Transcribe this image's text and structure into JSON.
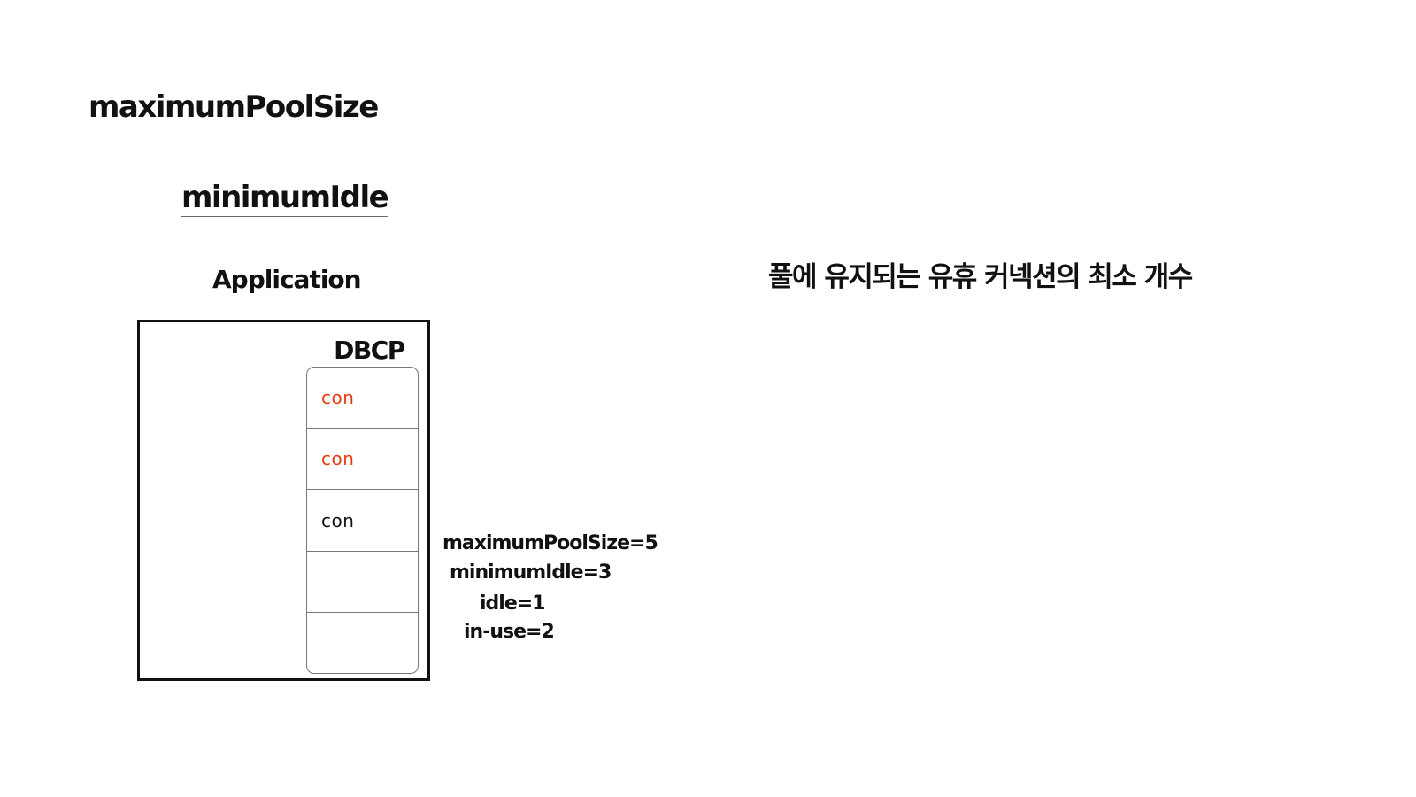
{
  "title": "maximumPoolSize",
  "subtitle": "minimumIdle",
  "description": "풀에 유지되는 유휴 커넥션의 최소 개수",
  "diagram": {
    "app_label": "Application",
    "pool_label": "DBCP",
    "slots": [
      {
        "label": "con",
        "state": "in-use"
      },
      {
        "label": "con",
        "state": "in-use"
      },
      {
        "label": "con",
        "state": "idle"
      },
      {
        "label": "",
        "state": "empty"
      },
      {
        "label": "",
        "state": "empty"
      }
    ],
    "stats": {
      "max_pool": "maximumPoolSize=5",
      "min_idle": "minimumIdle=3",
      "idle": "idle=1",
      "in_use": "in-use=2"
    }
  },
  "colors": {
    "in_use_text": "#e63b12",
    "idle_text": "#111111",
    "border": "#111111",
    "slot_border": "#777777"
  }
}
